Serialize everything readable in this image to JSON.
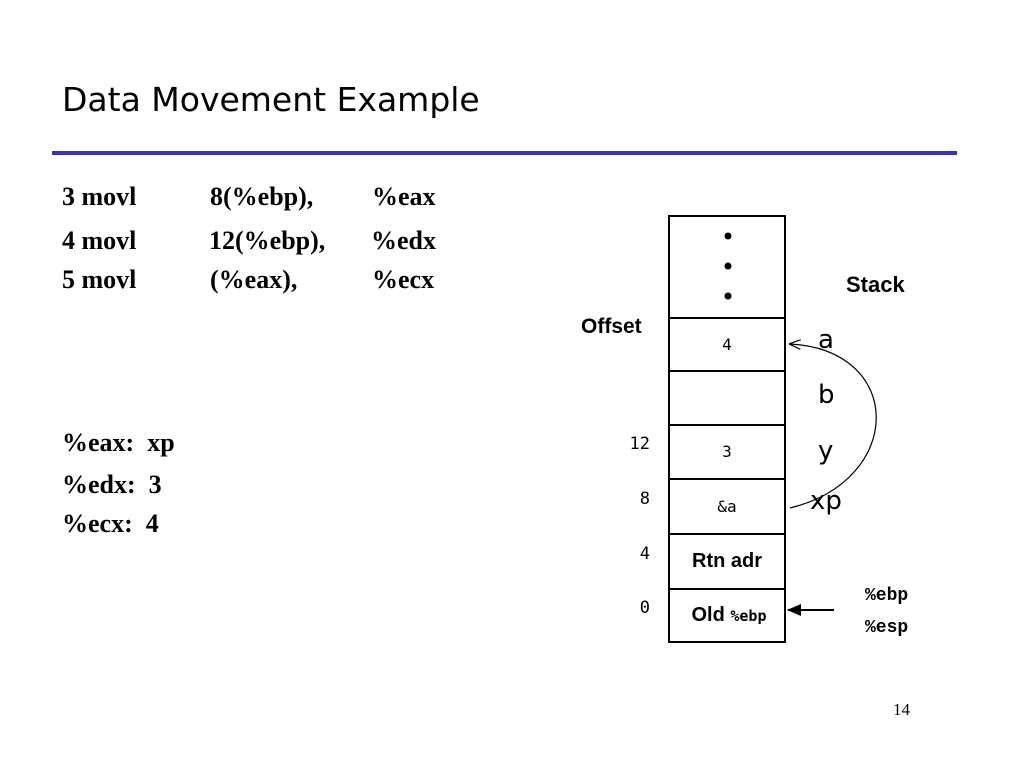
{
  "slide": {
    "title": "Data Movement Example",
    "rule_color": "#3333cc",
    "page_number": "14"
  },
  "code": [
    {
      "line": "3",
      "op": "movl",
      "src": "8(%ebp),",
      "dst": "%eax"
    },
    {
      "line": "4",
      "op": "movl",
      "src": "12(%ebp),",
      "dst": "%edx"
    },
    {
      "line": "5",
      "op": "movl",
      "src": "(%eax),",
      "dst": "%ecx"
    }
  ],
  "registers": [
    {
      "name": "%eax:",
      "value": "xp"
    },
    {
      "name": "%edx:",
      "value": "3"
    },
    {
      "name": "%ecx:",
      "value": "4"
    }
  ],
  "stack": {
    "label": "Stack",
    "offset_label": "Offset",
    "top_dots": "•",
    "cells": [
      {
        "text": "4",
        "offset": ""
      },
      {
        "text": "",
        "offset": ""
      },
      {
        "text": "3",
        "offset": "12"
      },
      {
        "text": "&a",
        "offset": "8"
      },
      {
        "text": "Rtn adr",
        "offset": "4"
      },
      {
        "text_prefix": "Old ",
        "text_mono": "%ebp",
        "offset": "0"
      }
    ],
    "vars": [
      "a",
      "b",
      "y",
      "xp"
    ],
    "pointers": [
      "%ebp",
      "%esp"
    ]
  }
}
